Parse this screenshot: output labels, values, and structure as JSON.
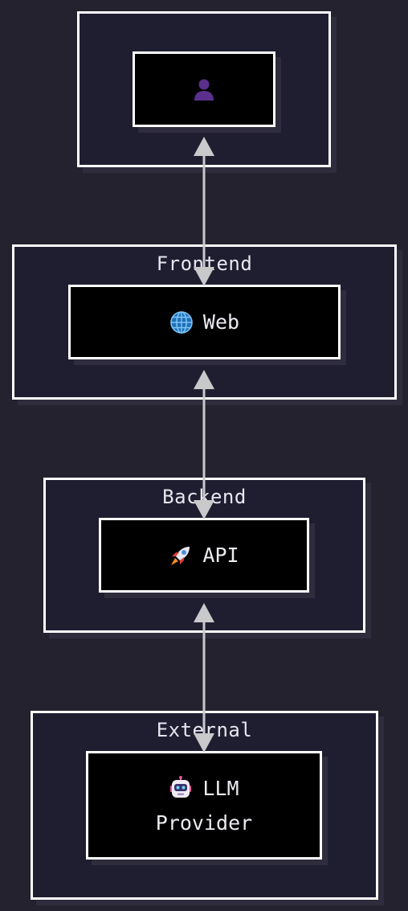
{
  "groups": {
    "frontend": {
      "label": "Frontend"
    },
    "backend": {
      "label": "Backend"
    },
    "external": {
      "label": "External"
    }
  },
  "nodes": {
    "user": {
      "icon": "user-icon",
      "label": ""
    },
    "web": {
      "icon": "globe-icon",
      "label": "Web"
    },
    "api": {
      "icon": "rocket-icon",
      "label": "API"
    },
    "llm": {
      "icon": "robot-icon",
      "label_line1": "LLM",
      "label_line2": "Provider"
    }
  },
  "edges": [
    {
      "from": "user",
      "to": "web",
      "direction": "both"
    },
    {
      "from": "web",
      "to": "api",
      "direction": "both"
    },
    {
      "from": "api",
      "to": "llm",
      "direction": "both"
    }
  ],
  "colors": {
    "background": "#25222f",
    "group_fill": "#1f1e31",
    "node_fill": "#000000",
    "border": "#ffffff",
    "edge": "#c9c9cc",
    "user_icon": "#5b2f8c"
  }
}
